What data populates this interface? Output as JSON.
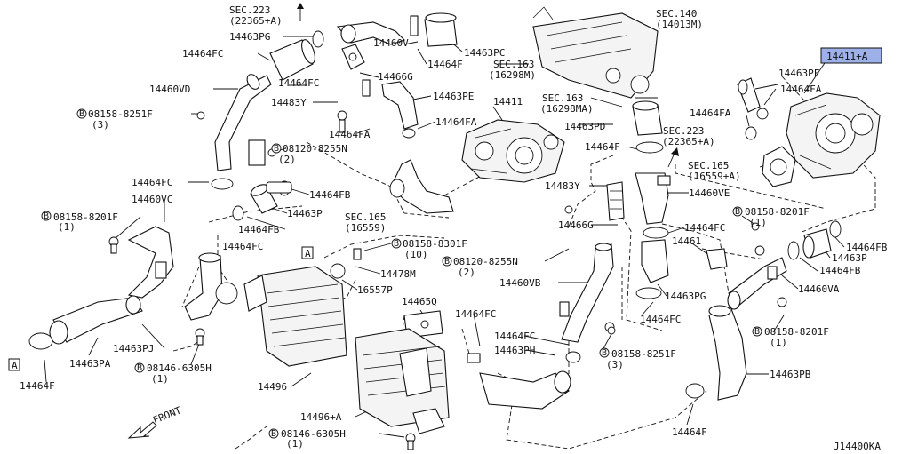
{
  "highlight_color": "#9db0e8",
  "labels": {
    "sec223_top": "SEC.223",
    "sec223_top_sub": "(22365+A)",
    "p14463PG_top": "14463PG",
    "p14460V": "14460V",
    "p14464FC_top": "14464FC",
    "p14464F_top": "14464F",
    "p14463PC": "14463PC",
    "sec163_top": "SEC.163",
    "sec163_top_sub": "(16298M)",
    "sec140": "SEC.140",
    "sec140_sub": "(14013M)",
    "p14411A": "14411+A",
    "p14463PF": "14463PF",
    "p14464FA_r": "14464FA",
    "p14460VD": "14460VD",
    "p14464FC_b": "14464FC",
    "p14466G_top": "14466G",
    "p14463PE": "14463PE",
    "p14483Y_top": "14483Y",
    "b08158_8251F_top": "08158-8251F",
    "b08158_8251F_top_qty": "(3)",
    "p14411": "14411",
    "sec163_mid": "SEC.163",
    "sec163_mid_sub": "(16298MA)",
    "p14464FA_mid": "14464FA",
    "p14464FA_left": "14464FA",
    "p14464FA_r2": "14464FA",
    "p14463PD": "14463PD",
    "sec223_r": "SEC.223",
    "sec223_r_sub": "(22365+A)",
    "b08120_8255N_top": "08120-8255N",
    "b08120_8255N_top_qty": "(2)",
    "p14464F_mid": "14464F",
    "sec165_r": "SEC.165",
    "sec165_r_sub": "(16559+A)",
    "p14464FC_l": "14464FC",
    "p14460VC": "14460VC",
    "p14464FB_top": "14464FB",
    "p14483Y_r": "14483Y",
    "p14460VE": "14460VE",
    "p14463P_l": "14463P",
    "b08158_8201F_l": "08158-8201F",
    "b08158_8201F_l_qty": "(1)",
    "p14464FB_l": "14464FB",
    "sec165_mid": "SEC.165",
    "sec165_mid_sub": "(16559)",
    "p14466G_r": "14466G",
    "p14464FC_r": "14464FC",
    "b08158_8201F_r": "08158-8201F",
    "b08158_8201F_r_qty": "(1)",
    "p14464FC_ic": "14464FC",
    "b08158_8301F": "08158-8301F",
    "b08158_8301F_qty": "(10)",
    "p14461": "14461",
    "p14464FB_r": "14464FB",
    "p14463P_r": "14463P",
    "p14478M": "14478M",
    "b08120_8255N_mid": "08120-8255N",
    "b08120_8255N_mid_qty": "(2)",
    "p14464FB_r2": "14464FB",
    "p16557P": "16557P",
    "p14460VB": "14460VB",
    "p14463PG_r": "14463PG",
    "p14460VA": "14460VA",
    "p14465Q": "14465Q",
    "p14464FC_bottom_l": "14464FC",
    "p14464FC_r3": "14464FC",
    "p14463PJ": "14463PJ",
    "b08158_8201F_r2": "08158-8201F",
    "b08158_8201F_r2_qty": "(1)",
    "p14464FC_low": "14464FC",
    "p14463PH": "14463PH",
    "b08158_8251F_low": "08158-8251F",
    "b08158_8251F_low_qty": "(3)",
    "p14463PA": "14463PA",
    "b08146_6305H_l": "08146-6305H",
    "b08146_6305H_l_qty": "(1)",
    "p14464F_l": "14464F",
    "p14496": "14496",
    "p14463PB": "14463PB",
    "p14496A": "14496+A",
    "b08146_6305H_b": "08146-6305H",
    "b08146_6305H_b_qty": "(1)",
    "p14464F_br": "14464F",
    "front": "FRONT",
    "ref_a": "A",
    "diagram_code": "J14400KA"
  }
}
